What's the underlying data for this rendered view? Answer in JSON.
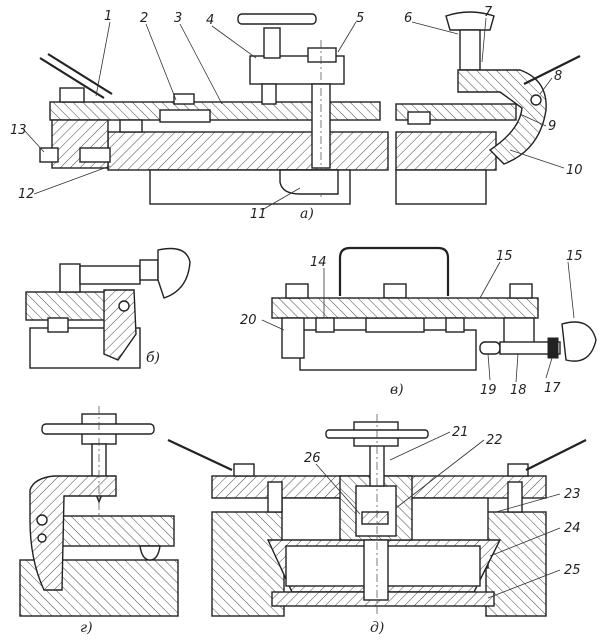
{
  "figure_parts": {
    "a": {
      "caption": "а)",
      "labels": [
        "1",
        "2",
        "3",
        "4",
        "5",
        "6",
        "7",
        "8",
        "9",
        "10",
        "11",
        "12",
        "13"
      ]
    },
    "b": {
      "caption": "б)"
    },
    "v": {
      "caption": "в)",
      "labels": [
        "14",
        "15",
        "15",
        "20",
        "19",
        "18",
        "17"
      ]
    },
    "g": {
      "caption": "г)"
    },
    "d": {
      "caption": "д)",
      "labels": [
        "21",
        "22",
        "26",
        "23",
        "24",
        "25"
      ]
    }
  }
}
